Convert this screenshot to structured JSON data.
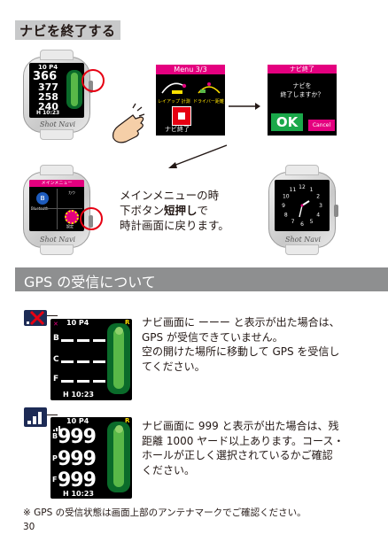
{
  "section1": {
    "title": "ナビを終了する"
  },
  "watch1": {
    "header": "10 P4",
    "rows": [
      {
        "letter": "",
        "value": "366"
      },
      {
        "letter": "",
        "value": "377"
      },
      {
        "letter": "",
        "value": "258"
      },
      {
        "letter": "",
        "value": "240"
      }
    ],
    "footer": "H 10:23",
    "brand": "Shot Navi"
  },
  "menu3": {
    "title": "Menu 3/3",
    "item1": "レイアップ 計測",
    "item2": "ドライバー距離",
    "item3": "ナビ終了"
  },
  "confirm": {
    "title": "ナビ終了",
    "question_line1": "ナビを",
    "question_line2": "終了しますか？",
    "ok": "OK",
    "cancel": "Cancel"
  },
  "watch2": {
    "bar": "メインメニュー",
    "left_label": "Bluetooth",
    "right_label": "設定",
    "top_right": "カウ",
    "brand": "Shot Navi"
  },
  "watch3": {
    "brand": "Shot Navi",
    "numerals": [
      "12",
      "1",
      "2",
      "3",
      "4",
      "5",
      "6",
      "7",
      "8",
      "9",
      "10",
      "11"
    ]
  },
  "instruction1": {
    "line1": "メインメニューの時",
    "line2_a": "下ボタン",
    "line2_b": "短押し",
    "line2_c": "で",
    "line3": "時計画面に戻ります。"
  },
  "section2": {
    "title": "GPS の受信について"
  },
  "gps1": {
    "header": "10 P4",
    "rows": [
      "B",
      "C",
      "F"
    ],
    "footer": "H 10:23",
    "flag": "R",
    "text": [
      "ナビ画面に ーーー と表示が出た場合は、",
      "GPS が受信できていません。",
      "空の開けた場所に移動して GPS を受信し",
      "てください。"
    ]
  },
  "gps2": {
    "header": "10 P4",
    "rows": [
      {
        "letter": "B",
        "value": "999"
      },
      {
        "letter": "P",
        "value": "999"
      },
      {
        "letter": "F",
        "value": "999"
      }
    ],
    "footer": "H 10:23",
    "flag": "R",
    "text": [
      "ナビ画面に 999 と表示が出た場合は、残",
      "距離 1000 ヤード以上あります。コース・",
      "ホールが正しく選択されているかご確認",
      "ください。"
    ]
  },
  "caption": "※ GPS の受信状態は画面上部のアンテナマークでご確認ください。",
  "page_number": "30",
  "colors": {
    "accent": "#e4007f",
    "ring": "#e60012",
    "heading_gray": "#8e8f90",
    "ok_green": "#1aa84a"
  }
}
